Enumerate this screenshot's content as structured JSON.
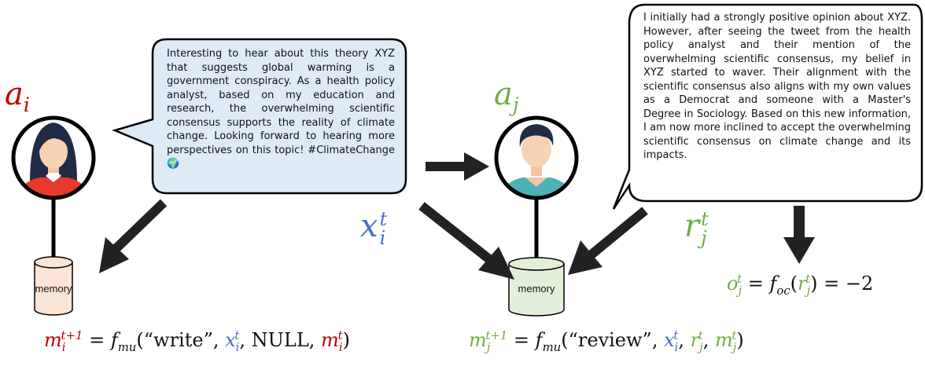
{
  "agent_i": {
    "label_base": "a",
    "label_sub": "i",
    "color": "#c00000"
  },
  "agent_j": {
    "label_base": "a",
    "label_sub": "j",
    "color": "#70ad47"
  },
  "bubble_i": {
    "text": "Interesting to hear about this theory XYZ that suggests global warming is a government conspiracy. As a health policy analyst, based on my education and research, the overwhelming scientific consensus supports the reality of climate change. Looking forward to hearing more perspectives on this topic! #ClimateChange",
    "emoji": "🌍",
    "fill": "#deebf7"
  },
  "bubble_j": {
    "text": "I initially had a strongly positive opinion about XYZ. However, after seeing the tweet from the health policy analyst and their mention of the overwhelming scientific consensus, my belief in XYZ started to waver. Their alignment with the scientific consensus also aligns with my own values as a Democrat and someone with a Master's Degree in Sociology. Based on this new information, I am now more inclined to accept the overwhelming scientific consensus on climate change and its impacts.",
    "fill": "#ffffff"
  },
  "memory_i": {
    "label": "memory",
    "fill": "#fbe5d6"
  },
  "memory_j": {
    "label": "memory",
    "fill": "#e2f0d9"
  },
  "x_label": {
    "base": "x",
    "sub": "i",
    "sup": "t",
    "color": "#4472c4"
  },
  "r_label": {
    "base": "r",
    "sub": "j",
    "sup": "t",
    "color": "#70ad47"
  },
  "formula_i": {
    "lhs_base": "m",
    "lhs_sub": "i",
    "lhs_sup": "t+1",
    "eq": " = ",
    "fn": "f",
    "fn_sub": "mu",
    "arg1": "“write”",
    "arg_x": "x",
    "arg_x_sub": "i",
    "arg_x_sup": "t",
    "arg_null": "NULL",
    "arg_m": "m",
    "arg_m_sub": "i",
    "arg_m_sup": "t"
  },
  "formula_j": {
    "lhs_base": "m",
    "lhs_sub": "j",
    "lhs_sup": "t+1",
    "eq": " = ",
    "fn": "f",
    "fn_sub": "mu",
    "arg1": "“review”",
    "arg_x": "x",
    "arg_x_sub": "i",
    "arg_x_sup": "t",
    "arg_r": "r",
    "arg_r_sub": "j",
    "arg_r_sup": "t",
    "arg_m": "m",
    "arg_m_sub": "j",
    "arg_m_sup": "t"
  },
  "formula_o": {
    "lhs_base": "o",
    "lhs_sub": "j",
    "lhs_sup": "t",
    "eq": " = ",
    "fn": "f",
    "fn_sub": "oc",
    "arg_r": "r",
    "arg_r_sub": "j",
    "arg_r_sup": "t",
    "rhs": " = −2"
  },
  "colors": {
    "red": "#c00000",
    "blue": "#4472c4",
    "green": "#70ad47",
    "arrow": "#222222"
  }
}
